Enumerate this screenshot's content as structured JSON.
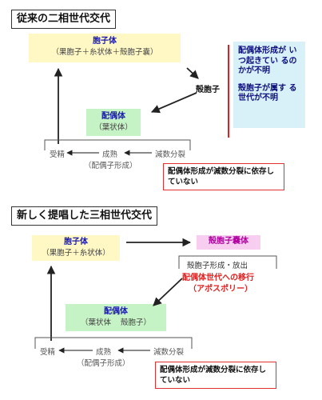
{
  "top": {
    "title": "従来の二相世代交代",
    "sporophyte": {
      "name": "胞子体",
      "detail": "（果胞子＋糸状体＋殻胞子嚢）"
    },
    "conchospore": "殻胞子",
    "gametophyte": {
      "name": "配偶体",
      "detail": "（葉状体）"
    },
    "cycle": {
      "fertilization": "受精",
      "maturation": "成熟",
      "maturation_sub": "（配偶子形成）",
      "meiosis": "減数分裂"
    },
    "note": "配偶体形成が減数分裂に依存していない",
    "side_note_1": "配偶体形成が いつ起きてい るのかが不明",
    "side_note_2": "殻胞子が属す る世代が不明"
  },
  "bottom": {
    "title": "新しく提唱した三相世代交代",
    "sporophyte": {
      "name": "胞子体",
      "detail": "（果胞子＋糸状体）"
    },
    "sporangium": "殻胞子嚢体",
    "release": "殻胞子形成・放出",
    "transition": "配偶体世代への移行",
    "apospory": "（アポスポリー）",
    "gametophyte": {
      "name": "配偶体",
      "detail_left": "（葉状体",
      "detail_right": "殻胞子）"
    },
    "cycle": {
      "fertilization": "受精",
      "maturation": "成熟",
      "maturation_sub": "（配偶子形成）",
      "meiosis": "減数分裂"
    },
    "note": "配偶体形成が減数分裂に依存していない"
  }
}
